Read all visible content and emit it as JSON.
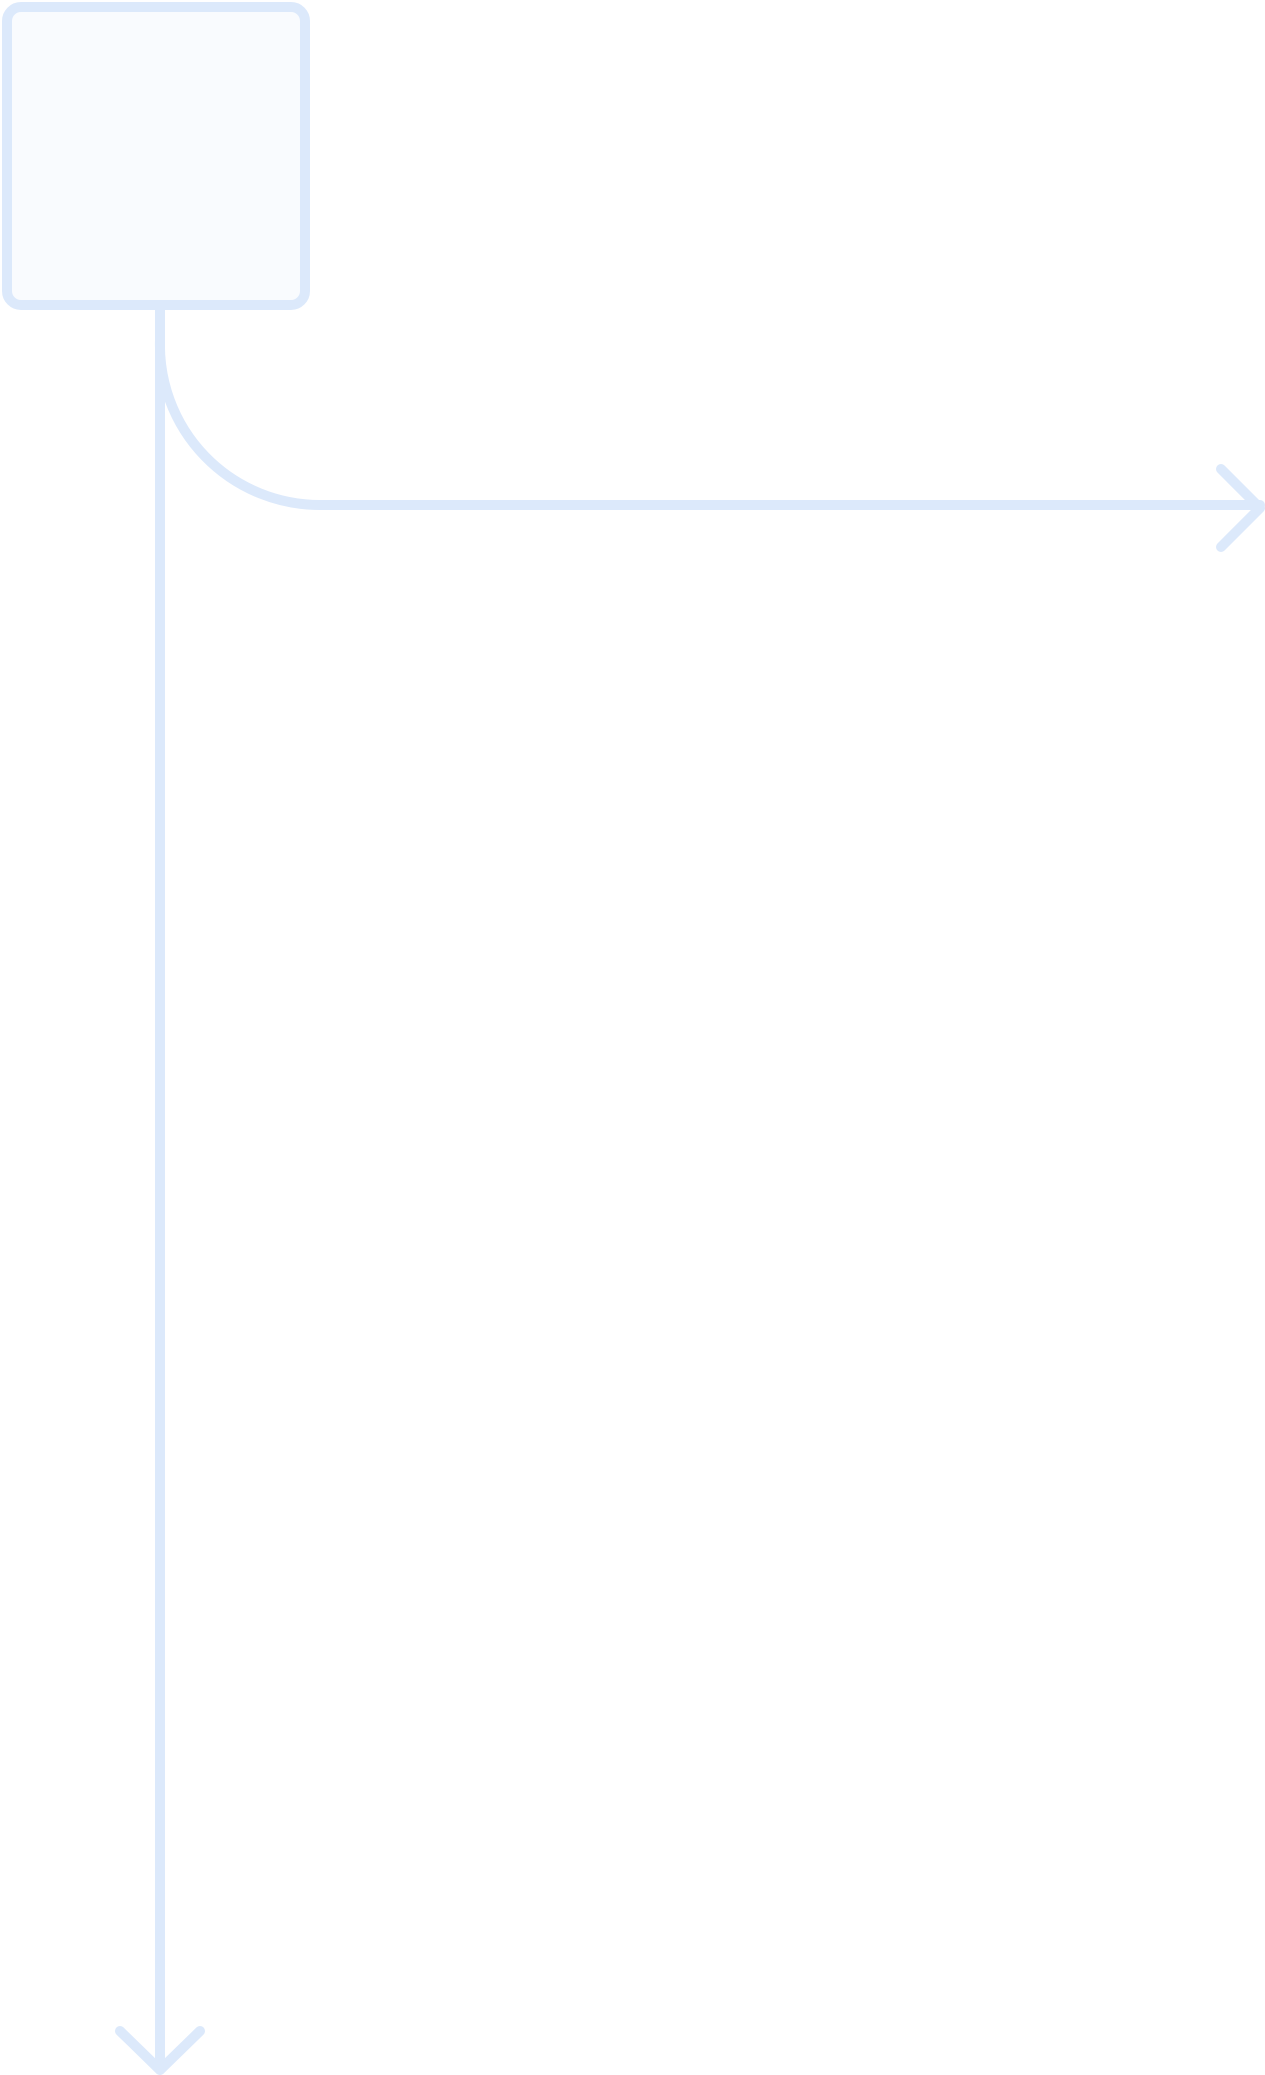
{
  "diagram": {
    "nodes": [
      {
        "id": "source-box",
        "label": ""
      }
    ],
    "edges": [
      {
        "from": "source-box",
        "direction": "right",
        "label": ""
      },
      {
        "from": "source-box",
        "direction": "down",
        "label": ""
      }
    ]
  },
  "colors": {
    "stroke": "#dce9fb",
    "node_fill": "#f9fbfe",
    "background": "#ffffff"
  }
}
